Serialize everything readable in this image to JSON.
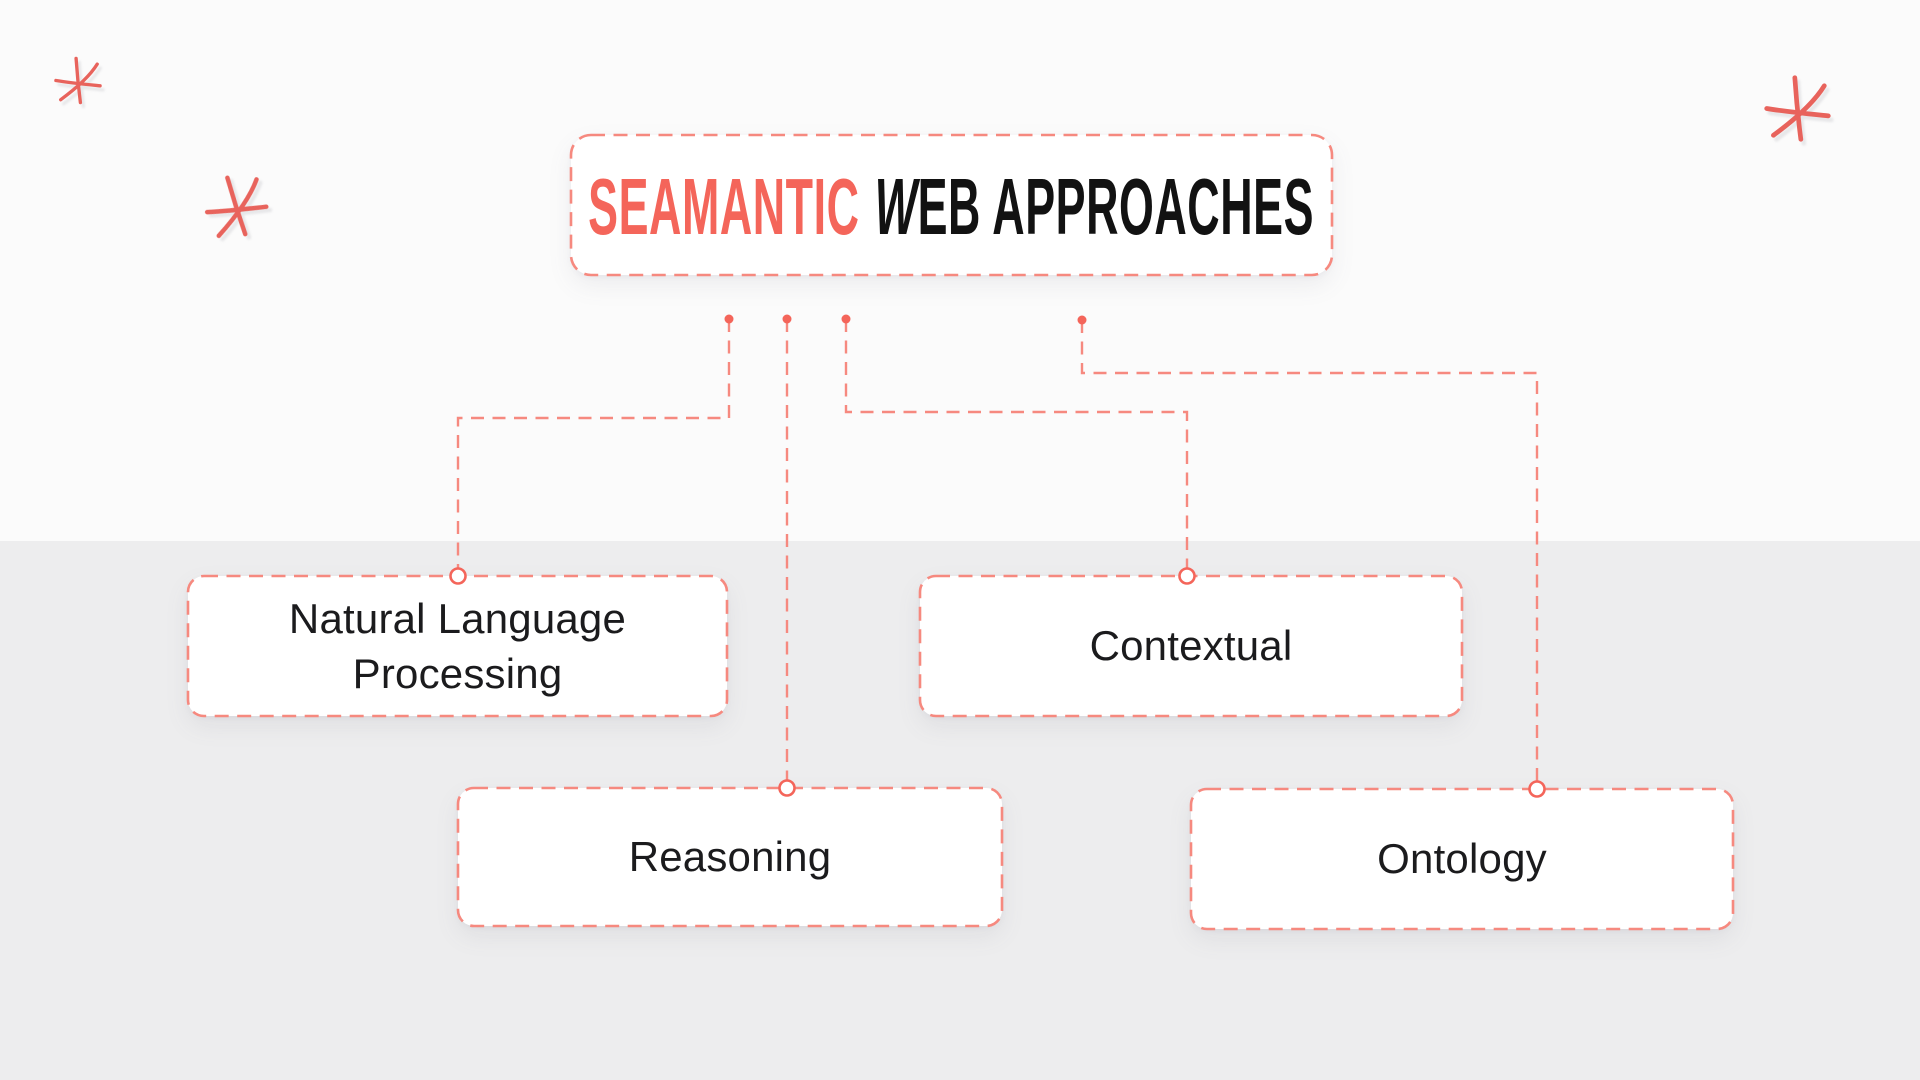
{
  "theme": {
    "coral": "#F6897F",
    "coral-strong": "#F4655A",
    "coral-doodle": "#E8635C",
    "ink": "#1B1B1D",
    "ink-title": "#121212",
    "bg-top": "#FBFBFB",
    "bg-bottom": "#EDEDEE",
    "box-bg": "#FFFFFF"
  },
  "title": {
    "highlight": "SEAMANTIC",
    "italic_letter": "W",
    "rest": "EB APPROACHES"
  },
  "nodes": [
    {
      "id": "natural-language-processing",
      "label": "Natural Language Processing"
    },
    {
      "id": "contextual",
      "label": "Contextual"
    },
    {
      "id": "reasoning",
      "label": "Reasoning"
    },
    {
      "id": "ontology",
      "label": "Ontology"
    }
  ],
  "icons": {
    "decoration": "asterisk-doodle-icon"
  }
}
